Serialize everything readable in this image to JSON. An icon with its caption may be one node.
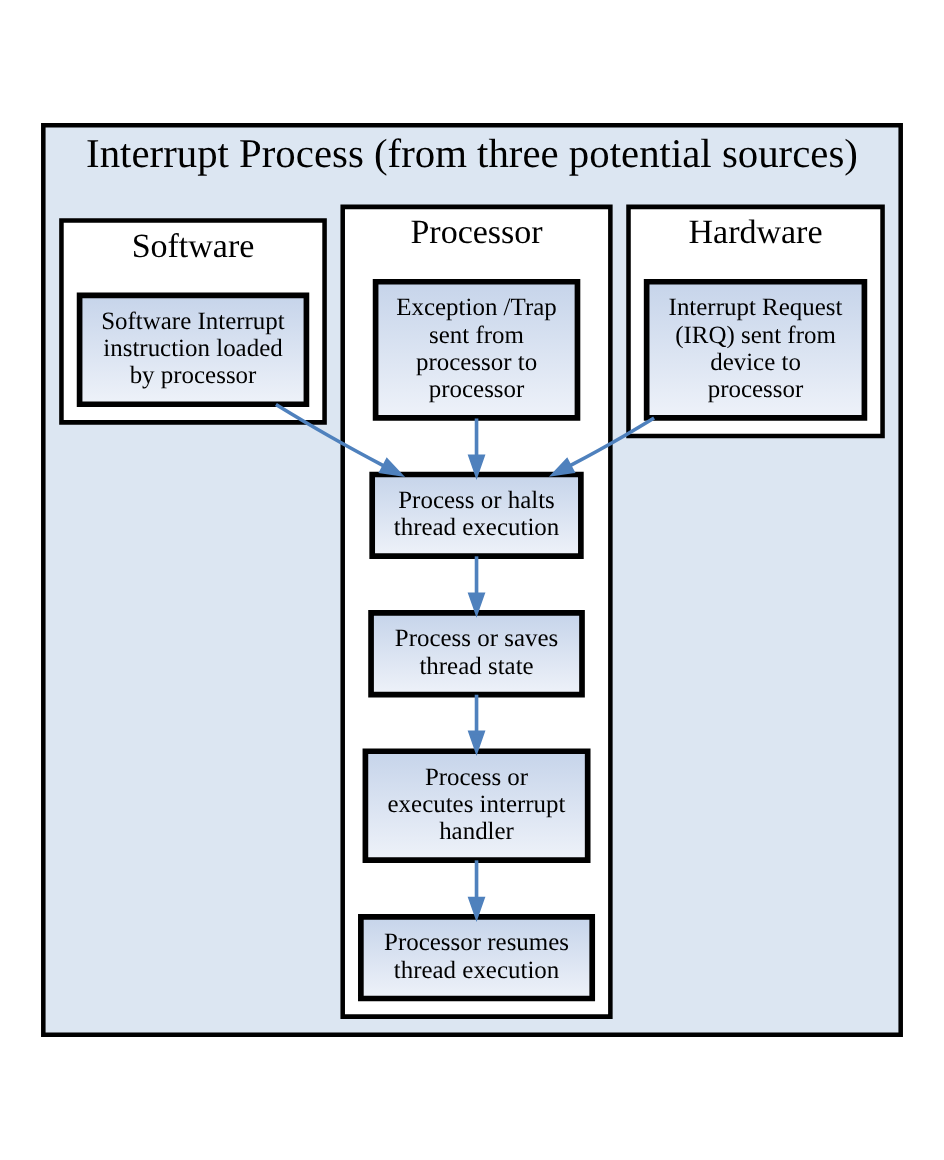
{
  "diagram": {
    "nodes": [
      {
        "text": [
          "Interrupt Process (from three potential sources)"
        ]
      },
      {
        "text": [
          "Hardware"
        ],
        "in": 0
      },
      {
        "text": [
          "Processor"
        ],
        "in": 0
      },
      {
        "text": [
          "Software"
        ],
        "in": 0
      },
      {
        "text": [
          "Interrupt Request (IRQ) sent from device to processor"
        ],
        "in": 1
      },
      {
        "text": [
          "Exception /Trap sent from processor to processor"
        ],
        "in": 2
      },
      {
        "text": [
          "Software Interrupt instruction loaded by processor"
        ],
        "in": 3
      },
      {
        "text": [
          "Process or halts thread execution"
        ],
        "in": 2
      },
      {
        "text": [
          "Process or saves thread state"
        ],
        "in": 2
      },
      {
        "text": [
          "Process or executes interrupt handler"
        ],
        "in": 2
      },
      {
        "text": [
          "Processor resumes thread execution"
        ],
        "in": 2
      }
    ],
    "edges": [
      {
        "from": 4,
        "to": 7,
        "arrow": "to"
      },
      {
        "from": 5,
        "to": 7,
        "arrow": "to"
      },
      {
        "from": 6,
        "to": 7,
        "arrow": "to"
      },
      {
        "from": 7,
        "to": 8,
        "arrow": "to"
      },
      {
        "from": 8,
        "to": 9,
        "arrow": "to"
      },
      {
        "from": 9,
        "to": 10,
        "arrow": "to"
      }
    ]
  }
}
